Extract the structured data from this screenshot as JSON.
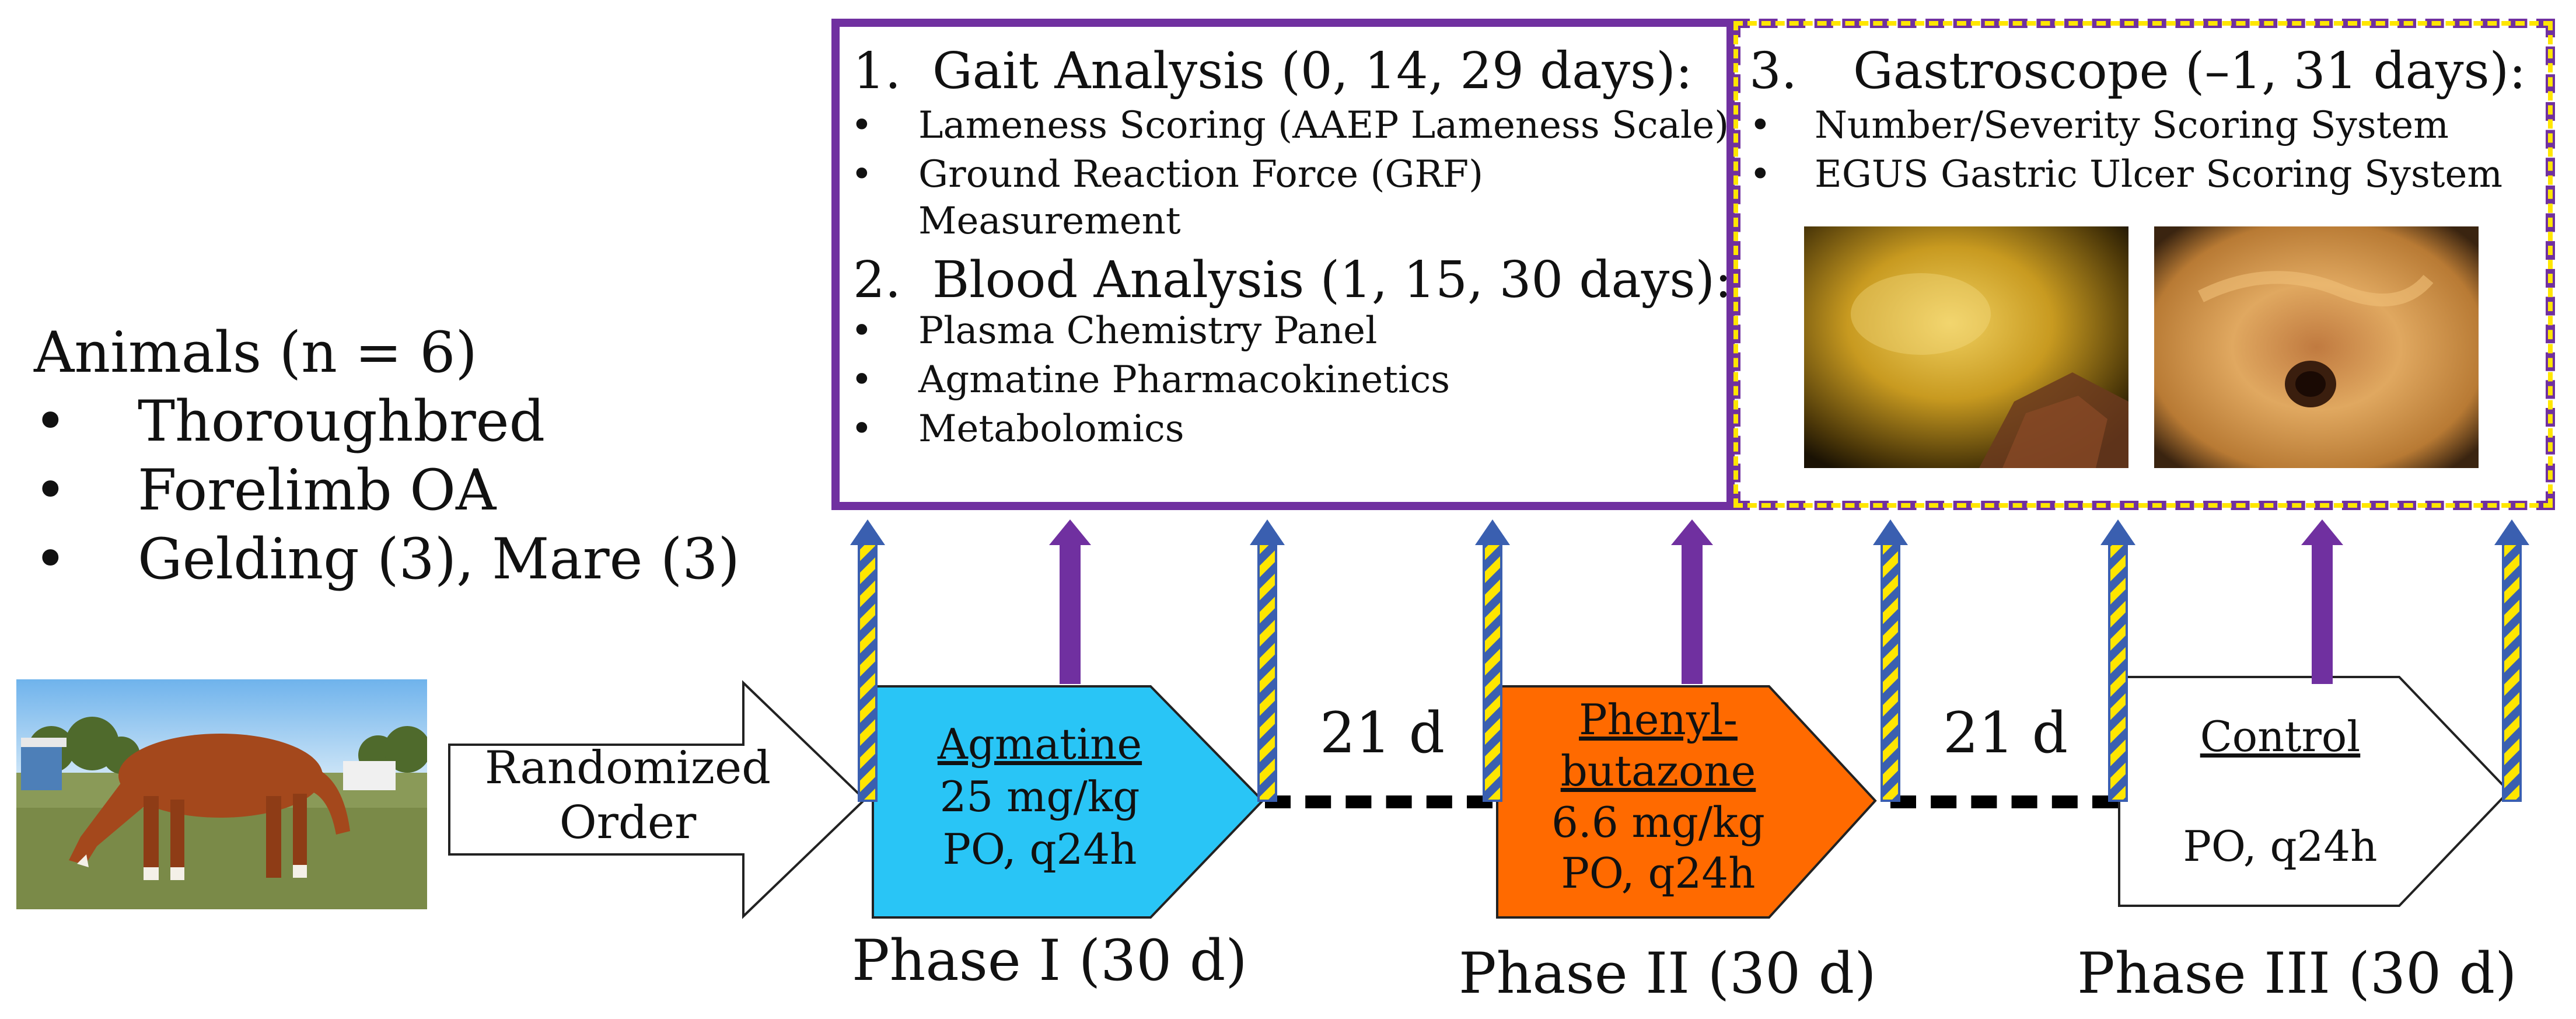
{
  "gait_box": {
    "heading_num": "1.",
    "heading": "Gait Analysis (0, 14, 29 days):",
    "items": [
      "Lameness Scoring (AAEP Lameness Scale)",
      "Ground Reaction Force (GRF)",
      "Measurement"
    ],
    "blood_num": "2.",
    "blood_heading": "Blood Analysis (1, 15, 30 days):",
    "blood_items": [
      "Plasma Chemistry Panel",
      "Agmatine Pharmacokinetics",
      "Metabolomics"
    ]
  },
  "gastro_box": {
    "heading_num": "3.",
    "heading": "Gastroscope (–1, 31 days):",
    "items": [
      "Number/Severity Scoring System",
      "EGUS Gastric Ulcer Scoring System"
    ]
  },
  "animals": {
    "title": "Animals (n = 6)",
    "bullets": [
      "Thoroughbred",
      "Forelimb OA",
      "Gelding (3), Mare (3)"
    ],
    "bullet_char": "•"
  },
  "randomized": {
    "line1": "Randomized",
    "line2": "Order"
  },
  "phases": [
    {
      "name": "Agmatine",
      "name2": "",
      "dose": "25 mg/kg",
      "route": "PO, q24h",
      "label": "Phase I (30 d)",
      "color": "#29c5f6"
    },
    {
      "name": "Phenyl-",
      "name2": "butazone",
      "dose": "6.6 mg/kg",
      "route": "PO, q24h",
      "label": "Phase II (30 d)",
      "color": "#ff6a00"
    },
    {
      "name": "Control",
      "name2": "",
      "dose": "",
      "route": "PO, q24h",
      "label": "Phase III (30 d)",
      "color": "#ffffff"
    }
  ],
  "washout": [
    "21 d",
    "21 d"
  ],
  "colors": {
    "purple": "#7030a0",
    "yellow": "#ffe600",
    "blue_hatch": "#3a5fb0"
  }
}
